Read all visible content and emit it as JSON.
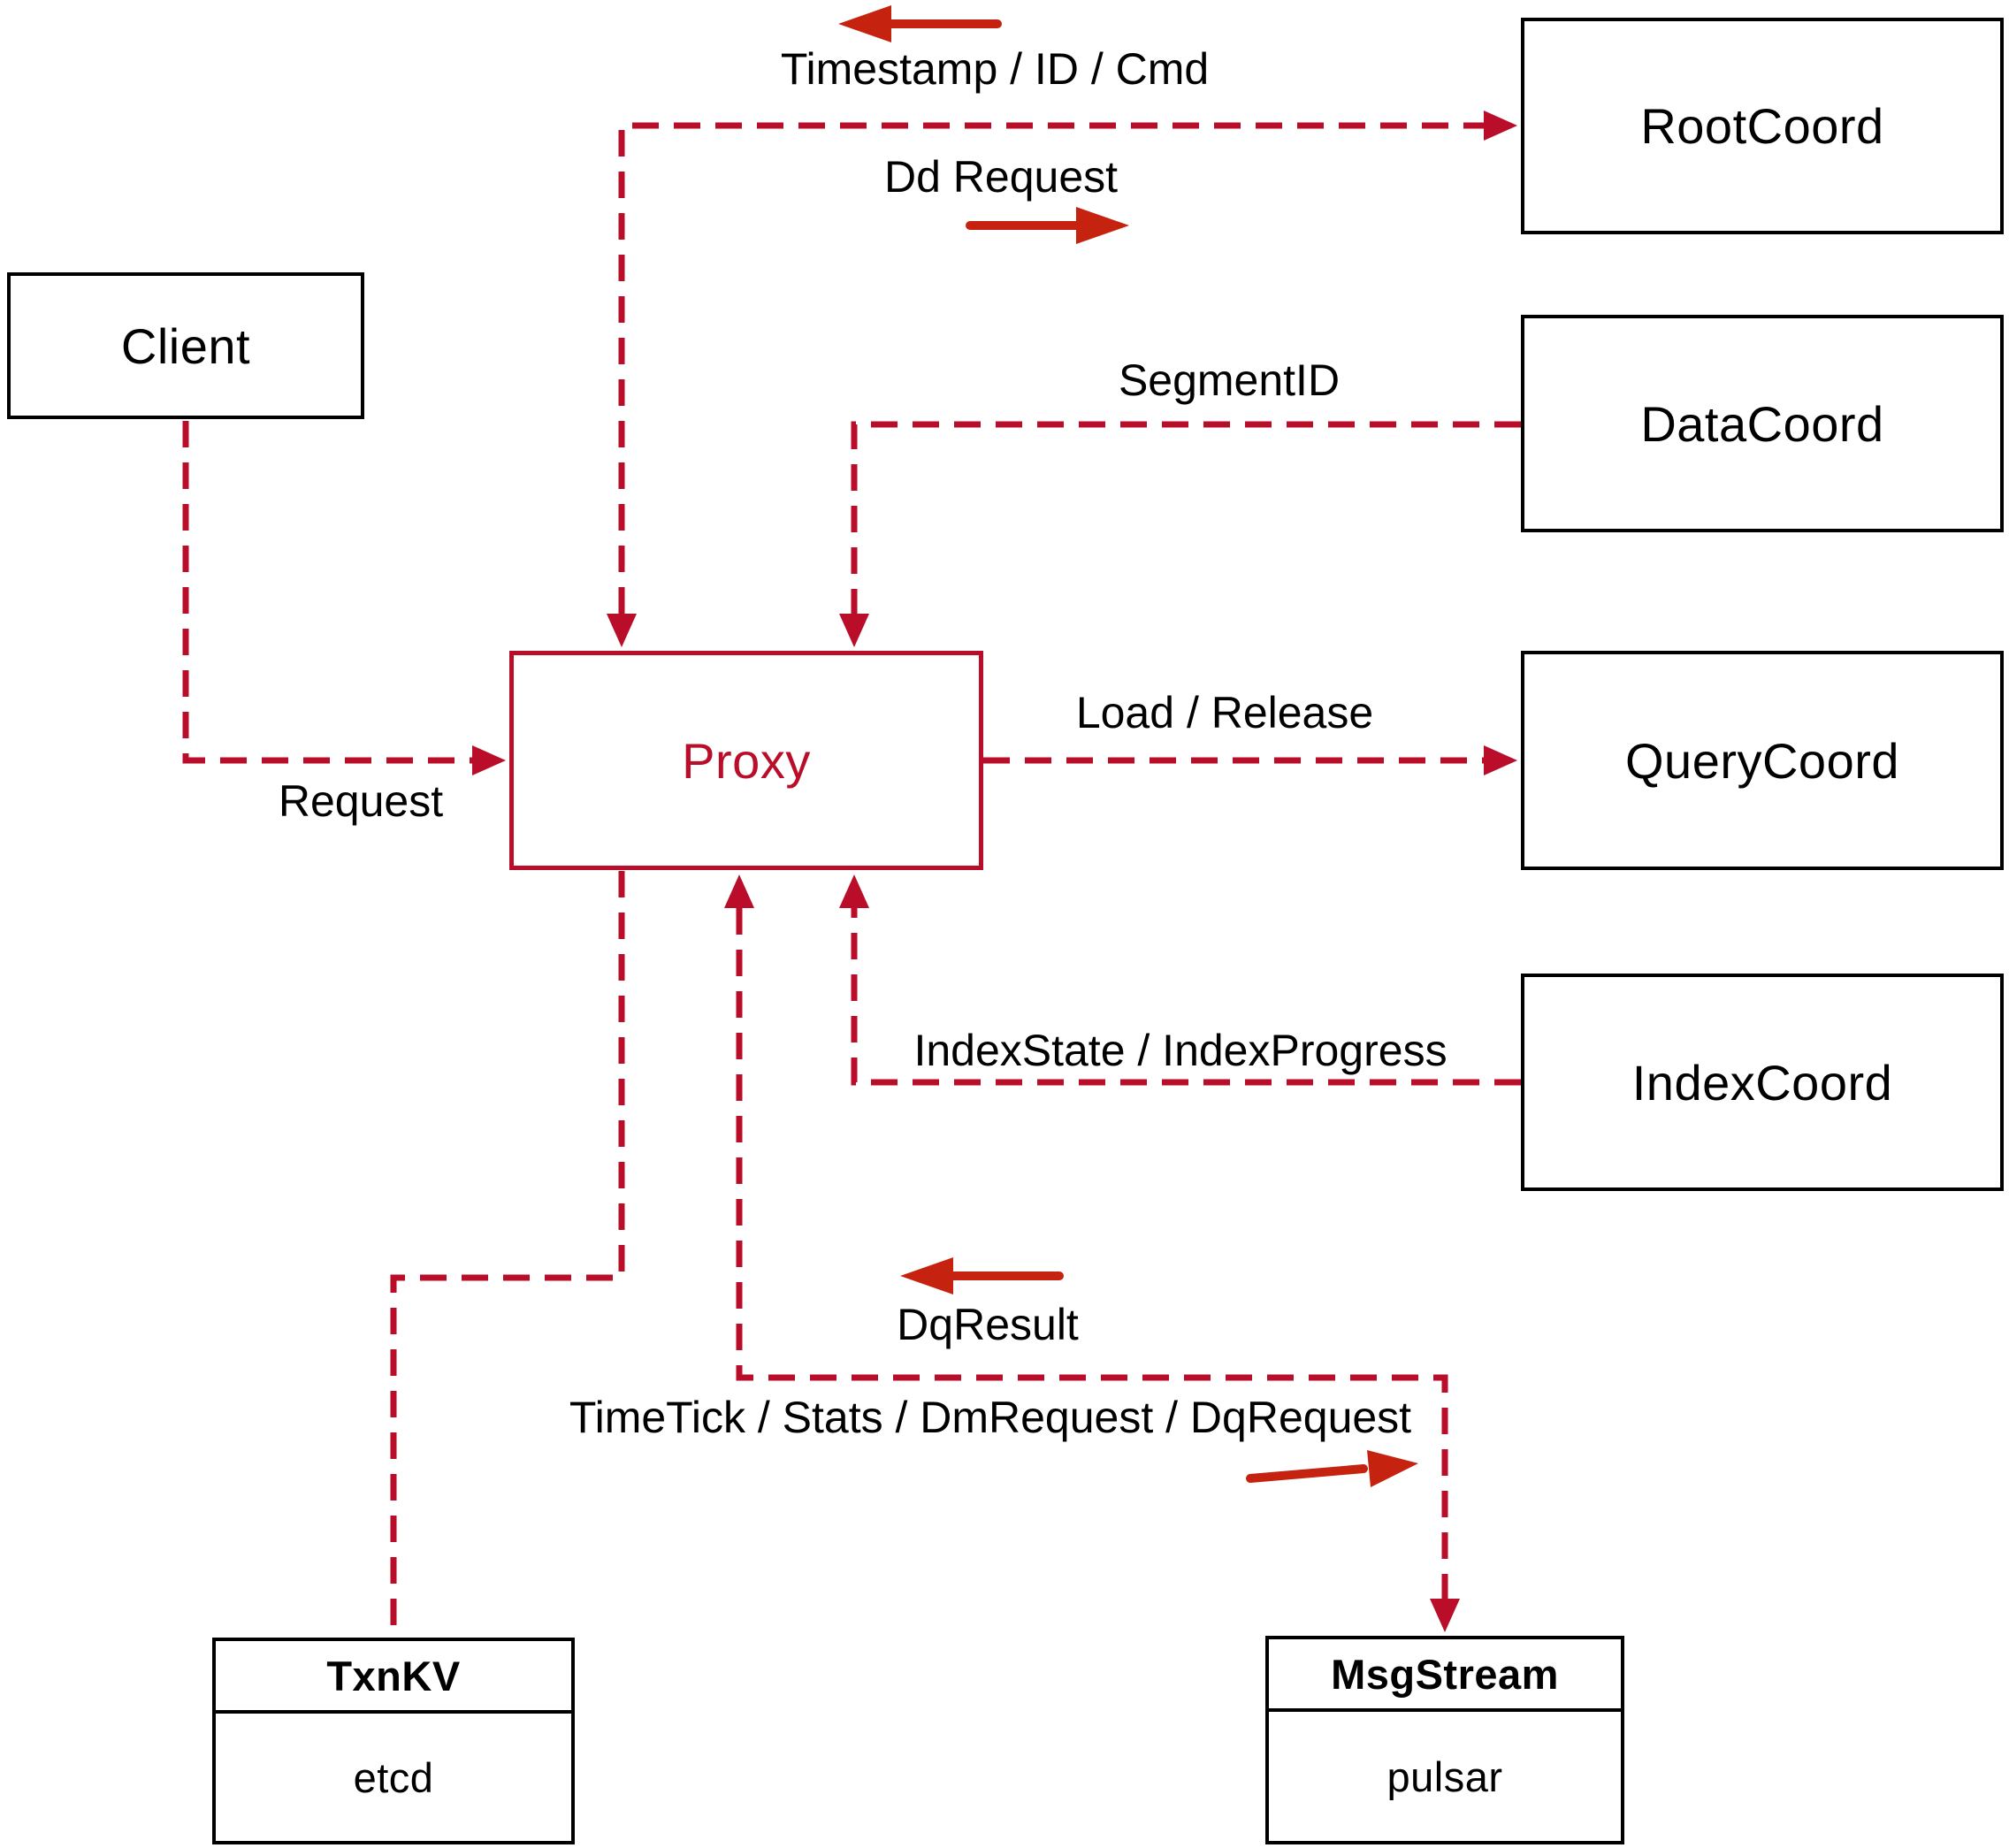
{
  "diagram": {
    "kind": "architecture-diagram",
    "nodes": {
      "client": {
        "label": "Client"
      },
      "proxy": {
        "label": "Proxy"
      },
      "root_coord": {
        "label": "RootCoord"
      },
      "data_coord": {
        "label": "DataCoord"
      },
      "query_coord": {
        "label": "QueryCoord"
      },
      "index_coord": {
        "label": "IndexCoord"
      },
      "txn_kv": {
        "title": "TxnKV",
        "impl": "etcd"
      },
      "msg_stream": {
        "title": "MsgStream",
        "impl": "pulsar"
      }
    },
    "edges": [
      {
        "from": "Client",
        "to": "Proxy",
        "label": "Request",
        "style": "dashed"
      },
      {
        "from": "RootCoord",
        "to": "Proxy",
        "label": "Timestamp / ID / Cmd",
        "style": "dashed"
      },
      {
        "from": "Proxy",
        "to": "RootCoord",
        "label": "Dd Request",
        "style": "dashed"
      },
      {
        "from": "DataCoord",
        "to": "Proxy",
        "label": "SegmentID",
        "style": "dashed"
      },
      {
        "from": "Proxy",
        "to": "QueryCoord",
        "label": "Load / Release",
        "style": "dashed"
      },
      {
        "from": "IndexCoord",
        "to": "Proxy",
        "label": "IndexState / IndexProgress",
        "style": "dashed"
      },
      {
        "from": "MsgStream",
        "to": "Proxy",
        "label": "DqResult",
        "style": "dashed"
      },
      {
        "from": "Proxy",
        "to": "MsgStream",
        "label": "TimeTick / Stats / DmRequest / DqRequest",
        "style": "dashed"
      },
      {
        "from": "Proxy",
        "to": "TxnKV",
        "label": "",
        "style": "dashed"
      }
    ],
    "colors": {
      "dashed_line": "#b90d29",
      "solid_arrow": "#c5230f",
      "proxy_accent": "#b90d29",
      "box_border": "#000000",
      "label_text": "#000000",
      "background": "#ffffff"
    }
  }
}
